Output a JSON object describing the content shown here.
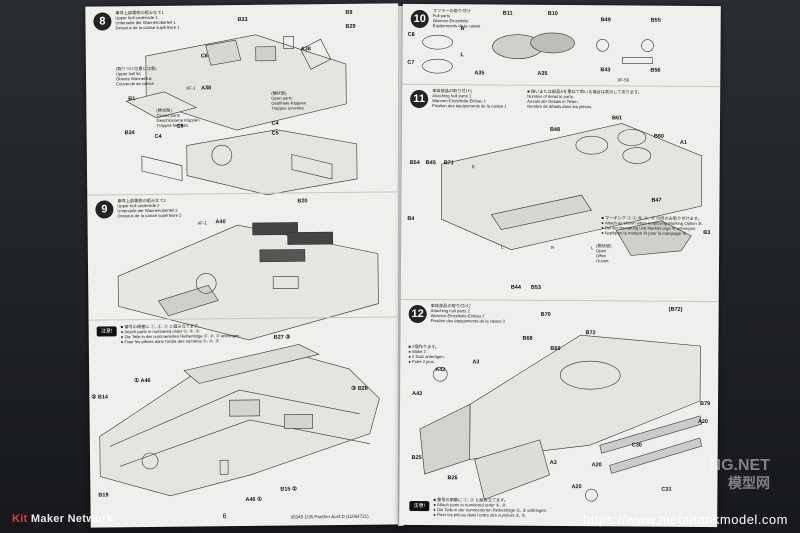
{
  "left_page": {
    "page_number": "6",
    "footer": "35345  1/35 Panther Ausf.D (11054721)",
    "step8": {
      "number": "8",
      "subtitle": "車体上部裏側の組み立て1\nUpper hull underside 1\nUnterseite der Wannenoberteil 1\nDessous de la caisse supérieure 1",
      "open_text": "(開状態)\nOpen parts\nGeöffnete Klappen\nTrappes ouvertes",
      "closed_text": "(閉状態)\nClosed parts\nGeschlossene Klappen\nTrappes fermées",
      "parts": [
        "B33",
        "B9",
        "B29",
        "C6",
        "A38",
        "B1",
        "B34",
        "C4",
        "C5",
        "C4",
        "C5"
      ],
      "part_a38_2": "A38",
      "callout": "XF-1",
      "note": "(取りつけ位置に注意)\nUpper hull lid\nOberes Wannenluk\nCouvercle de caisse"
    },
    "step9": {
      "number": "9",
      "subtitle": "車体上部裏側の組み立て2\nUpper hull underside 2\nUnterseite der Wannenoberteil 2\nDessous de la caisse supérieure 2",
      "parts": [
        "B20",
        "A40",
        "XF-1"
      ]
    },
    "caution": {
      "badge": "注意!",
      "text": "■ 番号の順番に ①, ②, ③ と組み立てます。\n● Attach parts in numbered order ①, ②, ③.\n● Die Teile in der nummerierten Reihenfolge ①, ②, ③ anbringen.\n● Fixer les pièces dans l'ordre des numéros ①, ②, ③."
    },
    "bottom_parts": [
      "B27 ③",
      "① A46",
      "② B14",
      "③ B28",
      "B19",
      "B15 ②",
      "A46 ①"
    ]
  },
  "right_page": {
    "step10": {
      "number": "10",
      "subtitle": "マフラーの取り付け\nFull parts\nWannen-Einzelteile\nÉquipements de la caisse",
      "parts": [
        "B11",
        "B10",
        "B49",
        "B55",
        "C8",
        "C7",
        "R",
        "L",
        "A35",
        "A35",
        "B43",
        "B56"
      ],
      "xf": "XF-56"
    },
    "step11": {
      "number": "11",
      "subtitle": "車体部品の取り付け1\nAttaching hull parts 1\nWannen-Einzelteile-Einbau 1\nFixation des équipements de la caisse 1",
      "side_note": "■ 細いまたは部品Aを重ねて用いる場合は表示してあります。\nNumber of detail in parts.\nAnzahl der Details in Teilen.\nNombre de détails dans les pièces.",
      "marking": "■ マーキング ① ② ⑩, ⑪, ⑫ の時のみ取り付けます。\n● Attach as shown when employing Marking Option ⑩.\n● Bei der Bemalung und Markierungs ⑩ anbringen.\n● Appliquer la marque ⑩ pour la marquage ⑩.",
      "open": "(開状態)\nOpen\nOffen\nOuvert",
      "parts": [
        "B48",
        "B61",
        "B60",
        "A1",
        "B54",
        "B45",
        "B71",
        "B47",
        "B4",
        "B3",
        "B44",
        "B53",
        "R",
        "L",
        "R",
        "L"
      ]
    },
    "step12": {
      "number": "12",
      "subtitle": "車体部品の取り付け2\nAttaching hull parts 2\nWannen-Einzelteile-Einbau 2\nFixation des équipements de la caisse 2",
      "make2": "■ 2個作ります。\n● Make 2.\n● 2 Satz anfertigen.\n● Faire 2 jeux.",
      "parts": [
        "B70",
        "B72",
        "B68",
        "B69",
        "A3",
        "A42",
        "A43",
        "B79",
        "C30",
        "B25",
        "B26",
        "A20",
        "A20",
        "A20",
        "C31",
        "A3"
      ],
      "part_b72": "(B72)"
    },
    "caution": {
      "badge": "注意!",
      "text": "■ 番号の順番に ①, ② と組み立てます。\n● Attach parts in numbered order ①, ②.\n● Die Teile in der nummerierten Reihenfolge ①, ② anbringen.\n● Fixer les pièces dans l'ordre des numéros ①, ②."
    }
  },
  "watermarks": {
    "left_brand_a": "Kit",
    "left_brand_b": " Maker Network",
    "right_url": "https://www.metaltankmodel.com",
    "net": "NG.NET",
    "cn": "模型网"
  }
}
